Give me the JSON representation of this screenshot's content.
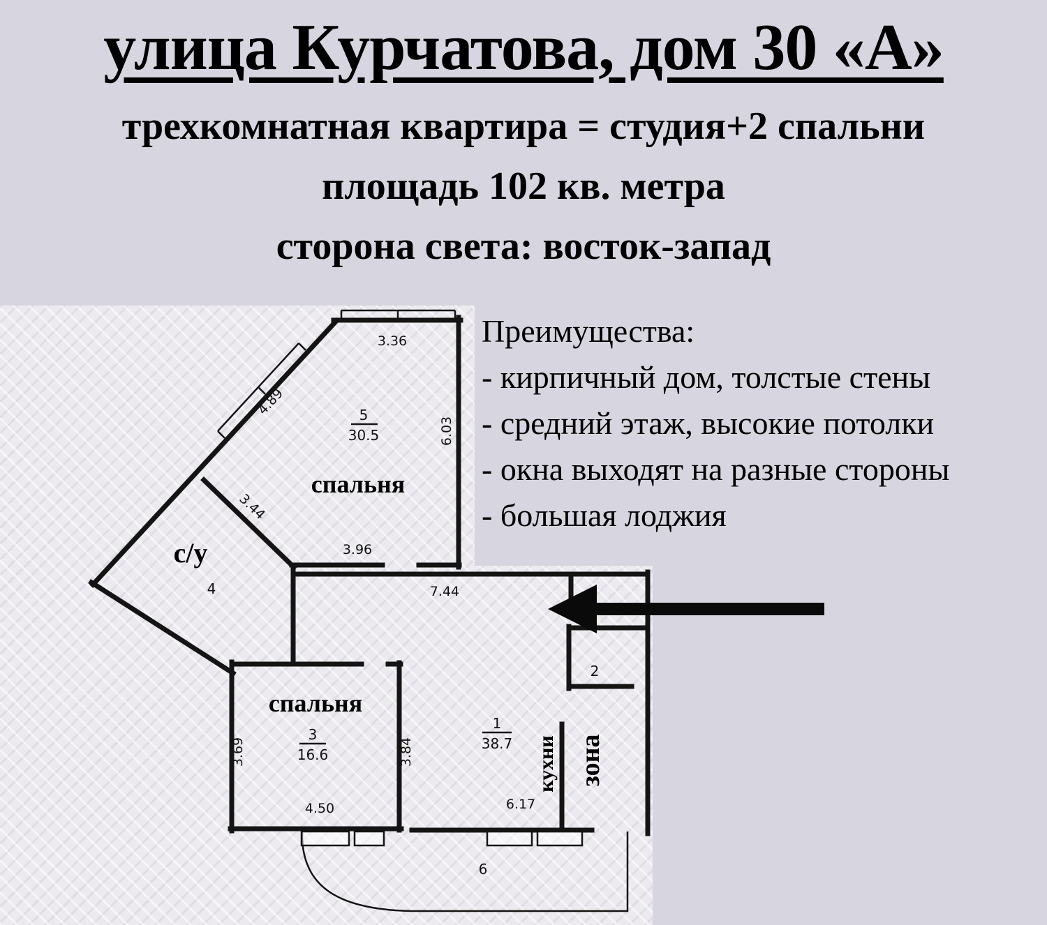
{
  "header": {
    "title": "улица Курчатова, дом 30 «А»",
    "line1": "трехкомнатная квартира = студия+2 спальни",
    "line2": "площадь 102 кв. метра",
    "line3": "сторона света: восток-запад"
  },
  "advantages": {
    "heading": "Преимущества:",
    "items": [
      "- кирпичный дом, толстые стены",
      "- средний этаж, высокие потолки",
      "- окна выходят на разные стороны",
      "- большая лоджия"
    ]
  },
  "floorplan": {
    "rooms": {
      "bedroom_top_label": "спальня",
      "bedroom_top_number": "5",
      "bedroom_top_area": "30.5",
      "bathroom_label": "с/у",
      "bathroom_number": "4",
      "bedroom_bottom_label": "спальня",
      "bedroom_bottom_number": "3",
      "bedroom_bottom_area": "16.6",
      "studio_number": "1",
      "studio_area": "38.7",
      "kitchen_zone_word1": "зона",
      "kitchen_zone_word2": "кухни",
      "balcony_number": "2",
      "loggia_number": "6"
    },
    "dims": {
      "top_window": "3.36",
      "diag_window": "4.89",
      "bedroom_top_right": "6.03",
      "diag_inner": "3.44",
      "bedroom_top_bottom": "3.96",
      "studio_top": "7.44",
      "bedroom_bottom_left": "3.69",
      "bedroom_bottom_right": "3.84",
      "bedroom_bottom_bottom": "4.50",
      "studio_bottom": "6.17"
    }
  }
}
